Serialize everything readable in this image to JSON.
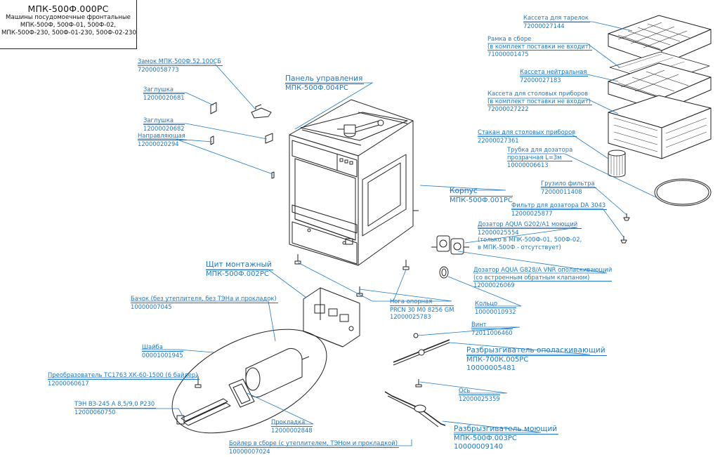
{
  "title": {
    "main": "МПК-500Ф.000РС",
    "lines": [
      "Машины посудомоечные фронтальные",
      "МПК-500Ф, 500Ф-01, 500Ф-02,",
      "МПК-500Ф-230, 500Ф-01-230, 500Ф-02-230"
    ]
  },
  "labels": [
    {
      "id": "zamok",
      "lines": [
        "Замок МПК-500Ф.52.100СБ",
        "72000058773"
      ]
    },
    {
      "id": "zaglushka-1",
      "lines": [
        "Заглушка",
        "12000020681"
      ]
    },
    {
      "id": "zaglushka-2",
      "lines": [
        "Заглушка",
        "12000020682"
      ]
    },
    {
      "id": "napravlyayushchaya",
      "lines": [
        "Направляющая",
        "12000020294"
      ]
    },
    {
      "id": "panel",
      "lines": [
        "Панель управления",
        "МПК-500Ф.004РС"
      ]
    },
    {
      "id": "korpus",
      "lines": [
        "Корпус",
        "МПК-500Ф.001РС"
      ]
    },
    {
      "id": "shchit",
      "lines": [
        "Щит монтажный",
        "МПК-500Ф.002РС"
      ]
    },
    {
      "id": "bachok",
      "lines": [
        "Бачок (без утеплителя, без ТЭНа и прокладок)",
        "10000007045"
      ]
    },
    {
      "id": "shayba",
      "lines": [
        "Шайба",
        "00001001945"
      ]
    },
    {
      "id": "preobrazovatel",
      "lines": [
        "Преобразователь ТС1763 ХК-60-1500 (6 байлер)",
        "12000060617"
      ]
    },
    {
      "id": "ten",
      "lines": [
        "ТЭН ВЗ-245 А 8,5/9,0 Р230",
        "12000060750"
      ]
    },
    {
      "id": "prokladka",
      "lines": [
        "Прокладка",
        "12000002848"
      ]
    },
    {
      "id": "boyler",
      "lines": [
        "Бойлер в сборе (с утеплителем, ТЭНом и прокладкой)",
        "10000007024"
      ]
    },
    {
      "id": "noga",
      "lines": [
        "Нога опорная",
        "PRCN 30 M0 8256 GM",
        "12000025783"
      ]
    },
    {
      "id": "kasseta-tarelok",
      "lines": [
        "Кассета для тарелок",
        "72000027144"
      ]
    },
    {
      "id": "ramka",
      "lines": [
        "Рамка в сборе",
        "(в комплект поставки не входит)",
        "71000001475"
      ]
    },
    {
      "id": "kasseta-neytr",
      "lines": [
        "Кассета нейтральная",
        "72000027183"
      ]
    },
    {
      "id": "kasseta-stolovyh",
      "lines": [
        "Кассета для столовых приборов",
        "(в комплект поставки не входит)",
        "72000027222"
      ]
    },
    {
      "id": "stakan",
      "lines": [
        "Стакан для столовых приборов",
        "22000027361"
      ]
    },
    {
      "id": "trubka",
      "lines": [
        "Трубка для дозатора",
        "прозрачная L=3м",
        "10000006613"
      ]
    },
    {
      "id": "gruzilo",
      "lines": [
        "Грузило фильтра",
        "72000011408"
      ]
    },
    {
      "id": "filtr",
      "lines": [
        "Фильтр для дозатора DA 3043",
        "12000025877"
      ]
    },
    {
      "id": "dozator-moyushchiy",
      "lines": [
        "Дозатор AQUA G202/A1 моющий",
        "12000025554",
        "(только в МПК-500Ф-01, 500Ф-02,",
        "в МПК-500Ф - отсутствует)"
      ]
    },
    {
      "id": "dozator-opolask",
      "lines": [
        "Дозатор AQUA G828/A VNR ополаскивающий",
        "(со встроенным обратным клапаном)",
        "12000026069"
      ]
    },
    {
      "id": "koltso",
      "lines": [
        "Кольцо",
        "10000010932"
      ]
    },
    {
      "id": "vint",
      "lines": [
        "Винт",
        "72011006460"
      ]
    },
    {
      "id": "razbryzg-opolask",
      "lines": [
        "Разбрызгиватель ополаскивающий",
        "МПК-700К.005РС",
        "10000005481"
      ]
    },
    {
      "id": "os",
      "lines": [
        "Ось",
        "12000025359"
      ]
    },
    {
      "id": "razbryzg-moyushchiy",
      "lines": [
        "Разбрызгиватель моющий",
        "МПК-500Ф.003РС",
        "10000009140"
      ]
    }
  ],
  "colors": {
    "callout": "#1f78c2",
    "drawing": "#222222"
  }
}
